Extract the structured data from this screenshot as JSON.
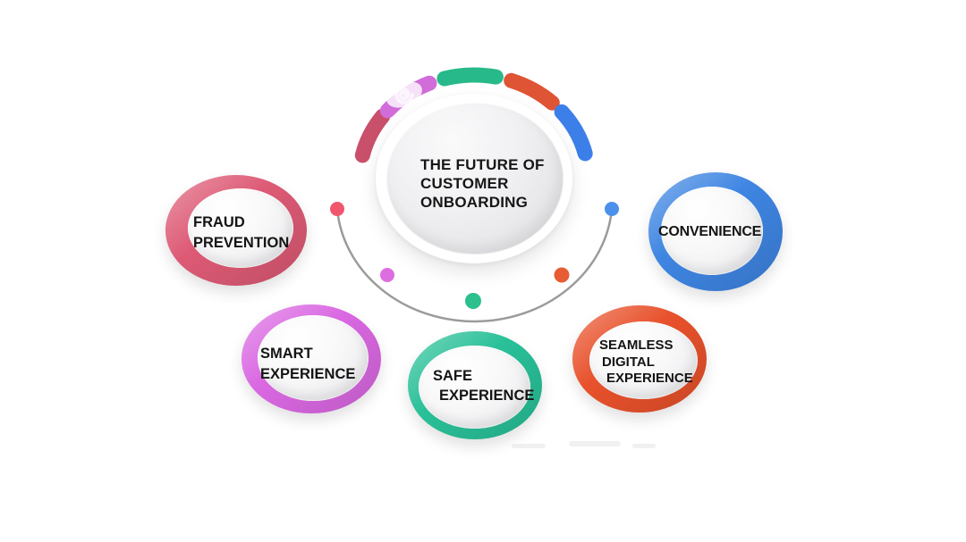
{
  "title": {
    "lines": [
      "THE FUTURE OF",
      "CUSTOMER",
      "ONBOARDING"
    ]
  },
  "nodes": [
    {
      "id": "fraud-prevention",
      "lines": [
        "FRAUD",
        "PREVENTION"
      ],
      "ring_color": "#dd5a75"
    },
    {
      "id": "smart-experience",
      "lines": [
        "SMART",
        "EXPERIENCE"
      ],
      "ring_color": "#da68e2"
    },
    {
      "id": "safe-experience",
      "lines": [
        "SAFE",
        "EXPERIENCE"
      ],
      "ring_color": "#29c098"
    },
    {
      "id": "seamless-digital-experience",
      "lines": [
        "SEAMLESS",
        "DIGITAL",
        "EXPERIENCE"
      ],
      "ring_color": "#e8512b"
    },
    {
      "id": "convenience",
      "lines": [
        "CONVENIENCE"
      ],
      "ring_color": "#3e85e2"
    }
  ],
  "arc_segments": [
    {
      "name": "crimson",
      "color": "#c9506b"
    },
    {
      "name": "magenta",
      "color": "#d16cd9"
    },
    {
      "name": "green",
      "color": "#28b98a"
    },
    {
      "name": "orange",
      "color": "#df5434"
    },
    {
      "name": "blue",
      "color": "#3d7fe9"
    }
  ],
  "connector": {
    "line_color": "#9b9b9b",
    "dots": [
      {
        "name": "red",
        "color": "#f0566d"
      },
      {
        "name": "magenta",
        "color": "#de6ee0"
      },
      {
        "name": "green",
        "color": "#2bc08e"
      },
      {
        "name": "orange",
        "color": "#e75c33"
      },
      {
        "name": "blue",
        "color": "#4b90ea"
      }
    ]
  }
}
